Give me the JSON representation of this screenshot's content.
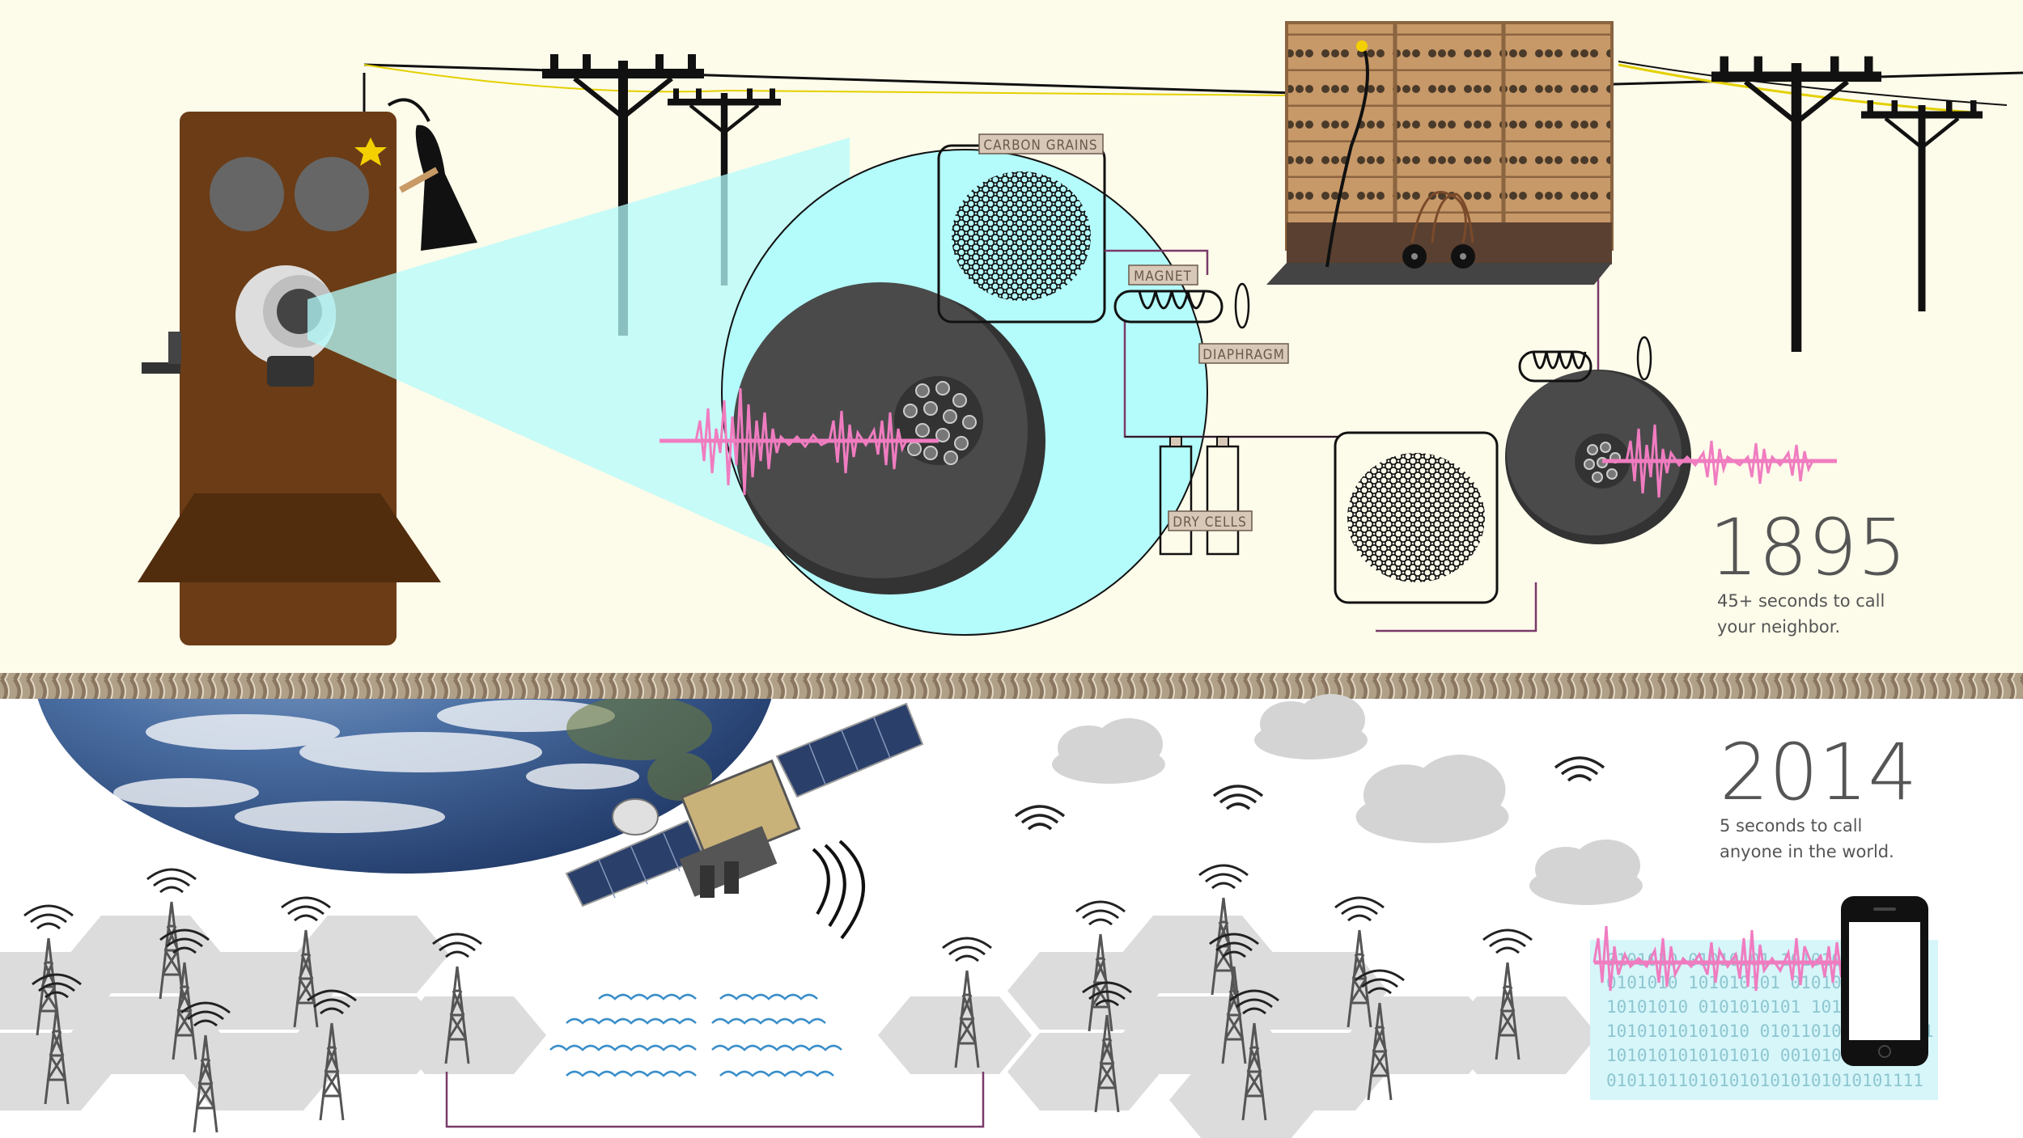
{
  "labels": {
    "carbon_grains": "CARBON GRAINS",
    "magnet": "MAGNET",
    "diaphragm": "DIAPHRAGM",
    "dry_cells": "DRY CELLS"
  },
  "era_1895": {
    "year": "1895",
    "caption_line1": "45+ seconds to call",
    "caption_line2": "your neighbor."
  },
  "era_2014": {
    "year": "2014",
    "caption_line1": "5 seconds to call",
    "caption_line2": "anyone in the world."
  },
  "binary_lines": [
    "0101010 01010101  1010101",
    "0101010 101010101  0101010",
    "10101010  0101010101  1011010",
    "10101010101010  010110101  1010101",
    "1010101010101010  001010101",
    "0101101101010101010101010101111"
  ],
  "colors": {
    "top_background": "#fdfbea",
    "magnify_circle": "#b4fbfb",
    "wave_pink": "#f07cc0",
    "phone_wood": "#6b3c16",
    "cloud_gray": "#d4d4d4",
    "hex_gray": "#dcdcdc",
    "binary_panel": "#d6f6fa",
    "water_blue": "#3a8ec9"
  },
  "icons": [
    "hand-crank-telephone-icon",
    "telephone-pole-icon",
    "switchboard-icon",
    "satellite-icon",
    "earth-icon",
    "cell-tower-icon",
    "cloud-icon",
    "wifi-signal-icon",
    "smartphone-icon",
    "coiled-cord-icon"
  ]
}
